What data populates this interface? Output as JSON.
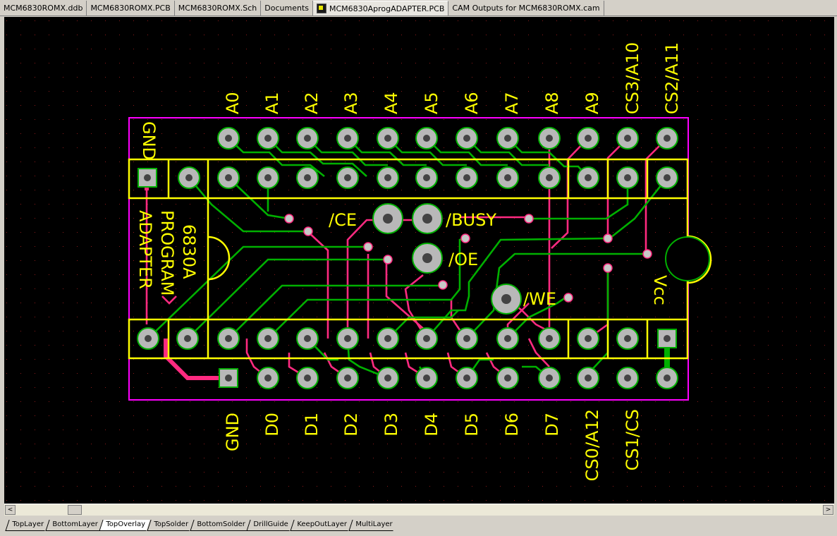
{
  "tabs": [
    {
      "label": "MCM6830ROMX.ddb",
      "icon": null,
      "active": false
    },
    {
      "label": "MCM6830ROMX.PCB",
      "icon": null,
      "active": false
    },
    {
      "label": "MCM6830ROMX.Sch",
      "icon": null,
      "active": false
    },
    {
      "label": "Documents",
      "icon": null,
      "active": false
    },
    {
      "label": "MCM6830AprogADAPTER.PCB",
      "icon": "pcb-document-icon",
      "active": true
    },
    {
      "label": "CAM Outputs for MCM6830ROMX.cam",
      "icon": null,
      "active": false
    }
  ],
  "board": {
    "top_pin_labels": [
      "A0",
      "A1",
      "A2",
      "A3",
      "A4",
      "A5",
      "A6",
      "A7",
      "A8",
      "A9",
      "CS3/A10",
      "CS2/A11"
    ],
    "bottom_pin_labels": [
      "GND",
      "D0",
      "D1",
      "D2",
      "D3",
      "D4",
      "D5",
      "D6",
      "D7",
      "CS0/A12",
      "CS1/CS"
    ],
    "left_gnd_label": "GND",
    "adapter_title_lines": [
      "6830A",
      "PROGRAM",
      "ADAPTER"
    ],
    "signal_labels": {
      "ce": "/CE",
      "busy": "/BUSY",
      "oe": "/OE",
      "we": "/WE"
    },
    "vcc_label": "Vcc"
  },
  "colors": {
    "background": "#000000",
    "overlay": "#ffff00",
    "top_layer": "#ff2a80",
    "bottom_layer": "#00b000",
    "pad": "#b8b8b8",
    "board_outline": "#ff00ff"
  },
  "scrollbar": {
    "left_arrow": "<",
    "right_arrow": ">"
  },
  "layer_tabs": [
    "TopLayer",
    "BottomLayer",
    "TopOverlay",
    "TopSolder",
    "BottomSolder",
    "DrillGuide",
    "KeepOutLayer",
    "MultiLayer"
  ],
  "active_layer": "TopOverlay"
}
